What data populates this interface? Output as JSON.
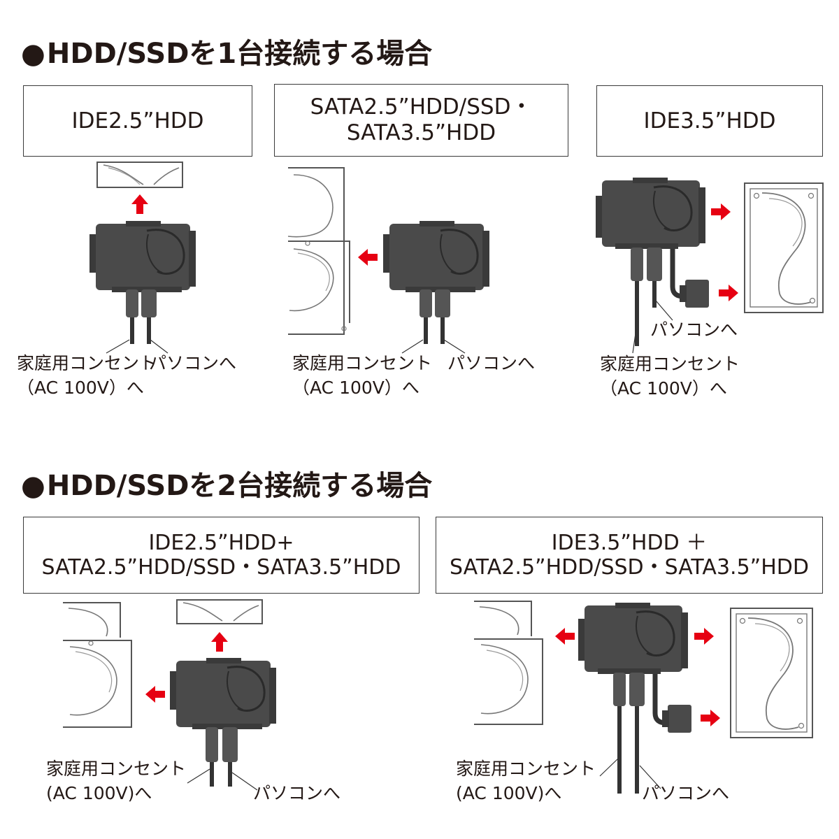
{
  "sections": [
    {
      "bullet": "●",
      "title": "HDD/SSDを1台接続する場合",
      "boxes": [
        {
          "lines": [
            "IDE2.5”HDD"
          ]
        },
        {
          "lines": [
            "SATA2.5”HDD/SSD・",
            "SATA3.5”HDD"
          ]
        },
        {
          "lines": [
            "IDE3.5”HDD"
          ]
        }
      ],
      "captions": [
        {
          "lines": [
            "家庭用コンセント",
            "（AC 100V）へ"
          ]
        },
        {
          "lines": [
            "パソコンへ"
          ]
        },
        {
          "lines": [
            "家庭用コンセント",
            "（AC 100V）へ"
          ]
        },
        {
          "lines": [
            "パソコンへ"
          ]
        },
        {
          "lines": [
            "パソコンへ"
          ]
        },
        {
          "lines": [
            "家庭用コンセント",
            "（AC 100V）へ"
          ]
        }
      ]
    },
    {
      "bullet": "●",
      "title": "HDD/SSDを2台接続する場合",
      "boxes": [
        {
          "lines": [
            "IDE2.5”HDD+",
            "SATA2.5”HDD/SSD・SATA3.5”HDD"
          ]
        },
        {
          "lines": [
            "IDE3.5”HDD ＋",
            "SATA2.5”HDD/SSD・SATA3.5”HDD"
          ]
        }
      ],
      "captions": [
        {
          "lines": [
            "家庭用コンセント",
            "(AC 100V)へ"
          ]
        },
        {
          "lines": [
            "パソコンへ"
          ]
        },
        {
          "lines": [
            "家庭用コンセント",
            "(AC 100V)へ"
          ]
        },
        {
          "lines": [
            "パソコンへ"
          ]
        }
      ]
    }
  ],
  "icons": {
    "arrow": "red-arrow-icon",
    "adapter": "conversion-adapter-icon",
    "hdd": "hard-drive-icon",
    "cable": "cable-icon"
  },
  "colors": {
    "arrow": "#e60012",
    "adapter": "#4a4a4a",
    "adapter_edge": "#2e2e2e",
    "drive_outline": "#555555",
    "text": "#231815"
  }
}
